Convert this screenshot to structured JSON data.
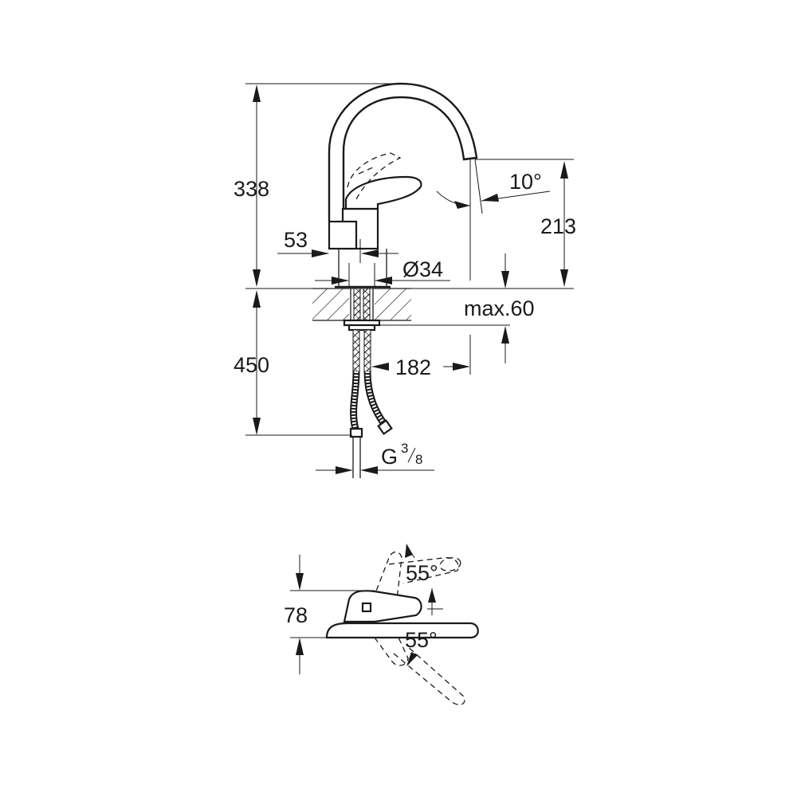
{
  "dimensions": {
    "height_total": "338",
    "spout_height": "213",
    "spout_angle": "10°",
    "body_offset": "53",
    "hole_diameter": "Ø34",
    "counter_thickness": "max.60",
    "hose_length": "450",
    "spout_reach": "182",
    "connection_prefix": "G",
    "connection_num": "3",
    "connection_den": "8",
    "handle_depth": "78",
    "rotation_up": "55°",
    "rotation_down": "55°"
  }
}
